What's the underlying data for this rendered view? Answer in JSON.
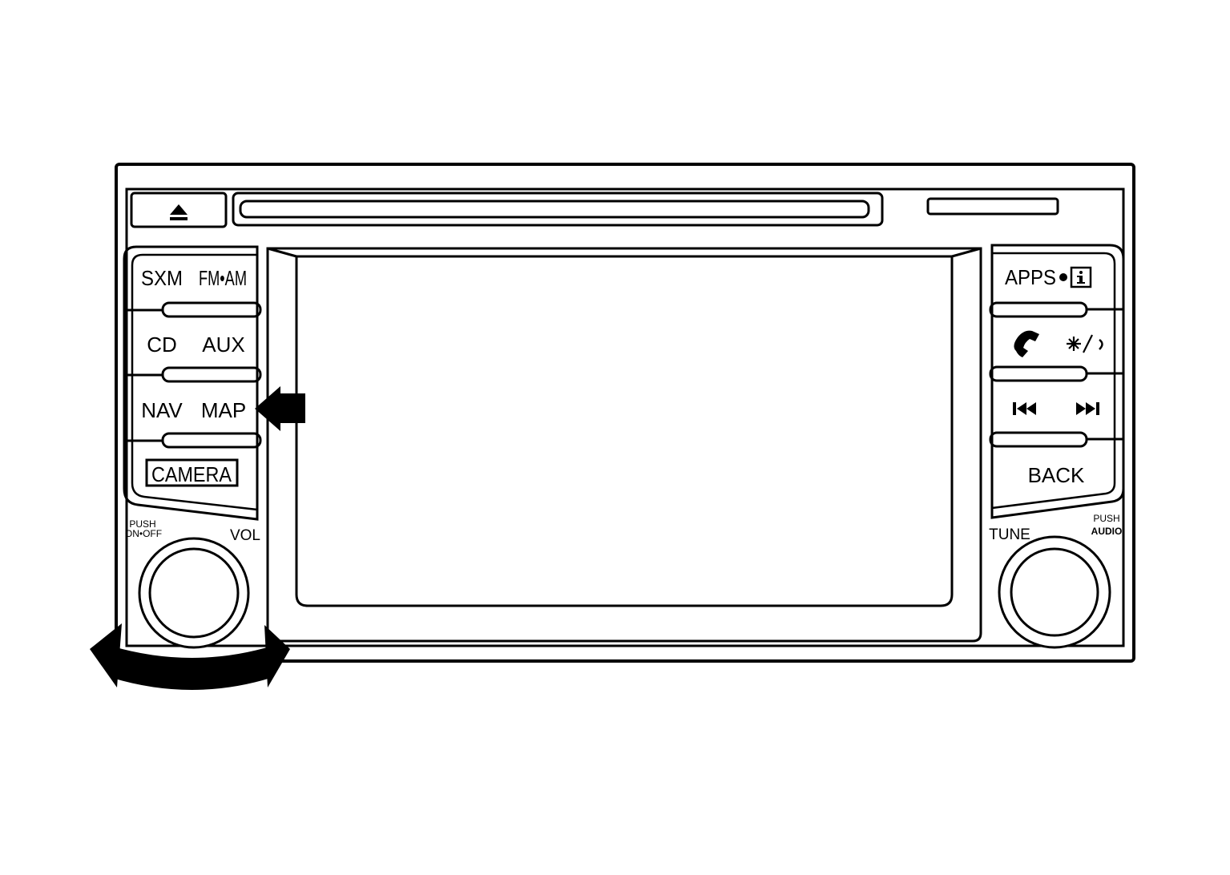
{
  "colors": {
    "ink": "#000000",
    "background": "#ffffff"
  },
  "left_panel": {
    "rows": [
      {
        "left": "SXM",
        "right": "FM•AM"
      },
      {
        "left": "CD",
        "right": "AUX"
      },
      {
        "left": "NAV",
        "right": "MAP"
      }
    ],
    "camera_label": "CAMERA"
  },
  "right_panel": {
    "apps_label": "APPS",
    "info_icon": "info-icon",
    "phone_icon": "phone-icon",
    "day_night_icon": "day-night-icon",
    "prev_icon": "skip-back-icon",
    "next_icon": "skip-forward-icon",
    "back_label": "BACK"
  },
  "eject_icon": "eject-icon",
  "volume_knob": {
    "push_label": "PUSH",
    "push_sub_label": "ON•OFF",
    "label": "VOL"
  },
  "tune_knob": {
    "push_label": "PUSH",
    "push_sub_label": "AUDIO",
    "label": "TUNE"
  },
  "callout": {
    "points_to": "MAP button",
    "rotation_indicator": "volume knob rotation"
  }
}
